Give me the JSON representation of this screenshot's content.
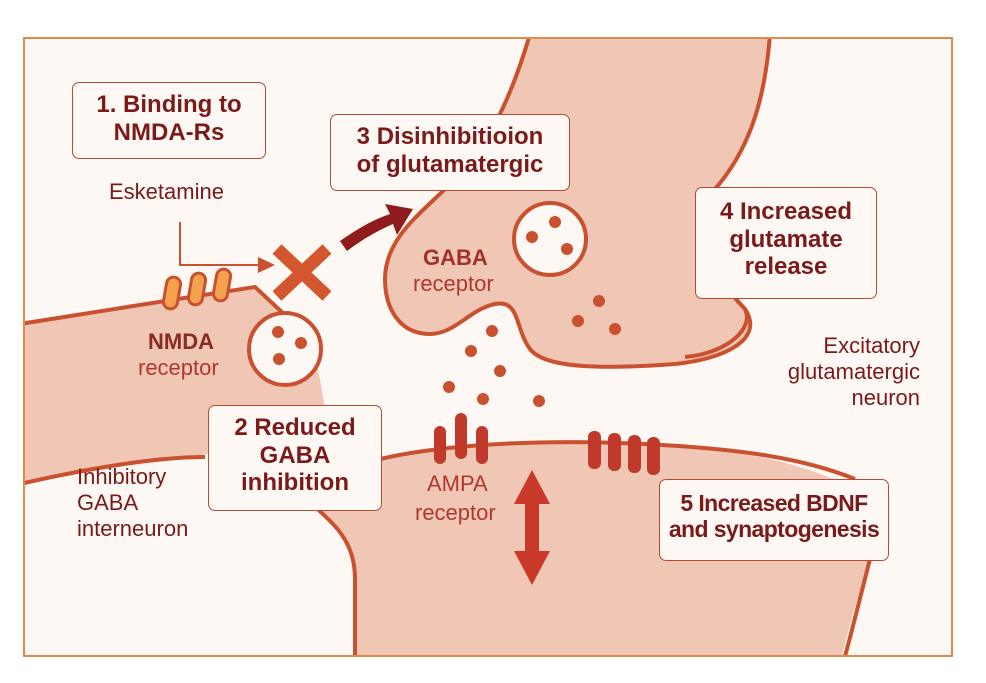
{
  "diagram": {
    "title": "Esketamine mechanism of action at the synapse",
    "steps": [
      {
        "number": "1.",
        "text_line1": "1. Binding to",
        "text_line2": "NMDA-Rs"
      },
      {
        "number": "2",
        "text_line1": "2 Reduced",
        "text_line2": "GABA",
        "text_line3": "inhibition"
      },
      {
        "number": "3",
        "text_line1": "3 Disinhibitioion",
        "text_line2": "of glutamatergic"
      },
      {
        "number": "4",
        "text_line1": "4 Increased",
        "text_line2": "glutamate",
        "text_line3": "release"
      },
      {
        "number": "5",
        "text_line1": "5 Increased BDNF",
        "text_line2": "and synaptogenesis"
      }
    ],
    "labels": {
      "drug": "Esketamine",
      "nmda_bold": "NMDA",
      "nmda_sub": "receptor",
      "gaba_bold": "GABA",
      "gaba_sub": "receptor",
      "ampa_line1": "AMPA",
      "ampa_line2": "receptor",
      "inhibitory_line1": "Inhibitory",
      "inhibitory_line2": "GABA",
      "inhibitory_line3": "interneuron",
      "excitatory_line1": "Excitatory",
      "excitatory_line2": "glutamatergic",
      "excitatory_line3": "neuron"
    },
    "icons": [
      "block-x-icon",
      "curved-arrow-icon",
      "bidirectional-arrow-icon",
      "vesicle-icon",
      "receptor-channel-icon"
    ],
    "colors": {
      "frame_border": "#e08a4c",
      "background": "#fdf8f3",
      "neuron_fill": "#f0c7b4",
      "membrane": "#c9512f",
      "text_dark": "#7a1a1a",
      "nmda_receptor": "#f4a24e",
      "ampa_receptor": "#c0392b",
      "block_x": "#d2572f",
      "curved_arrow": "#8e1c1c"
    }
  }
}
